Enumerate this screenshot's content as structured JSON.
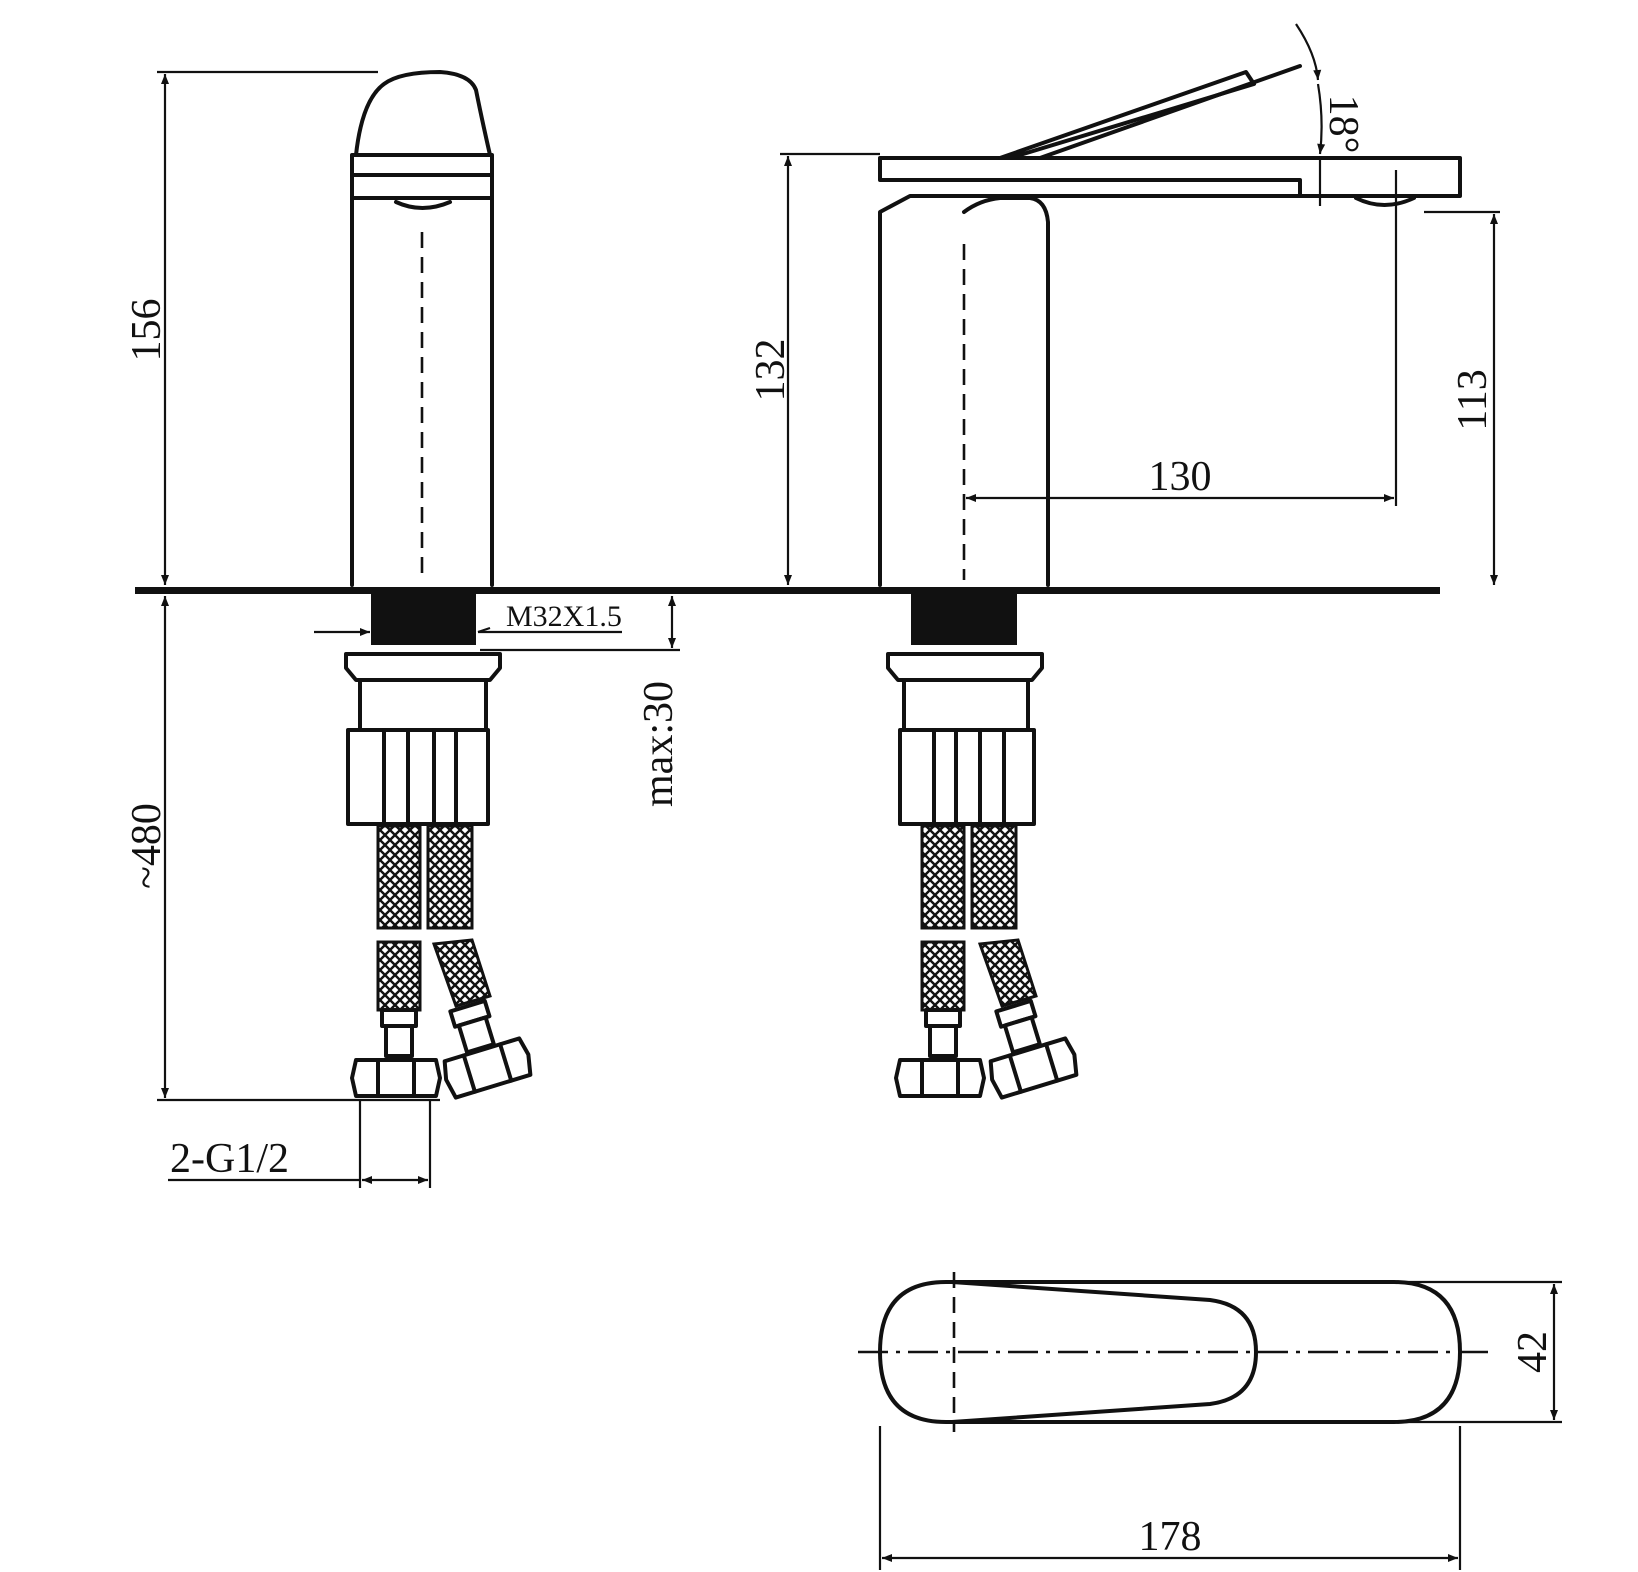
{
  "dimensions": {
    "height_side": "156",
    "height_front": "132",
    "spout_height": "113",
    "spout_reach": "130",
    "lever_angle": "18°",
    "thread": "M32X1.5",
    "max_deck": "max:30",
    "hose_length": "~480",
    "hose_connection": "2-G1/2",
    "top_length": "178",
    "top_width": "42"
  },
  "colors": {
    "line": "#111111",
    "background": "#ffffff"
  }
}
